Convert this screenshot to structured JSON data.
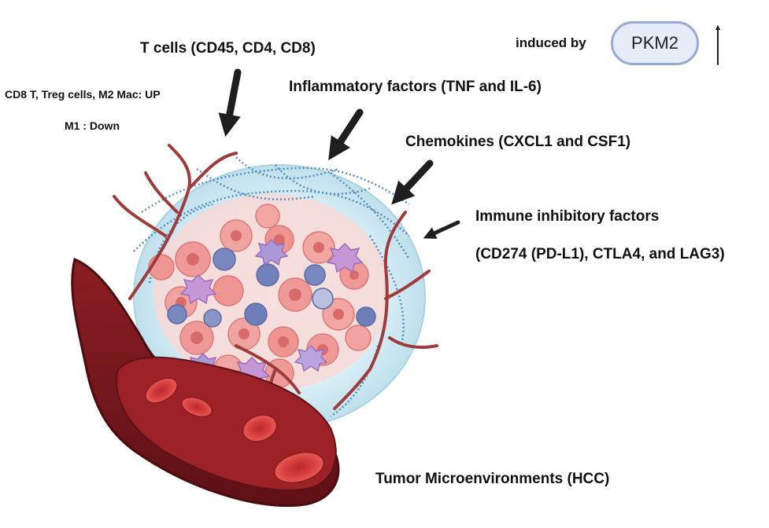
{
  "labels": {
    "t_cells": "T cells (CD45, CD4,  CD8)",
    "cell_changes_up": "CD8 T, Treg cells, M2 Mac:  UP",
    "cell_changes_down": "M1 : Down",
    "inflammatory": "Inflammatory factors (TNF and IL-6)",
    "chemokines": "Chemokines (CXCL1 and CSF1)",
    "immune_inhibitory_1": "Immune inhibitory factors",
    "immune_inhibitory_2": "(CD274 (PD-L1), CTLA4, and LAG3)",
    "induced_by": "induced by",
    "pkm2": "PKM2",
    "tumor_microenvironment": "Tumor Microenvironments (HCC)"
  },
  "colors": {
    "text": "#111111",
    "arrow": "#1e1e1e",
    "pkm2_border": "#9aa8d6",
    "pkm2_fill": "#e6ecf8",
    "vessel": "#7a1a1f",
    "rbc": "#d33a3a",
    "tumor_halo": "#cfe8f2",
    "tumor_cell": "#ef9a98",
    "immune_cell": "#7a88c0",
    "macrophage": "#c697d6"
  }
}
